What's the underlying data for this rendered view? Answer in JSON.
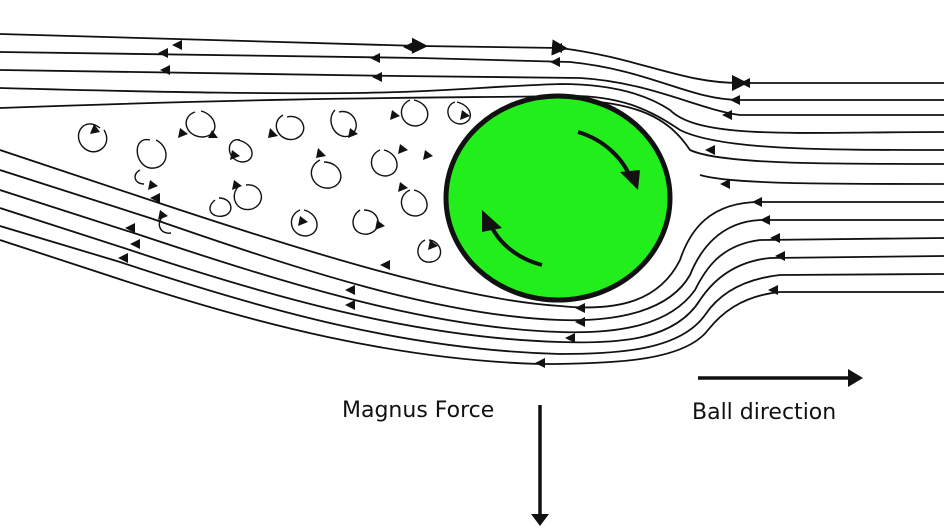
{
  "labels": {
    "magnus_force": "Magnus Force",
    "ball_direction": "Ball direction"
  },
  "colors": {
    "ball_fill": "#22ee1c",
    "stroke": "#111111",
    "background": "#ffffff"
  },
  "ball": {
    "spin": "clockwise"
  },
  "icons": {
    "streamline_arrow": "arrowhead-left",
    "force_arrow": "arrow-down",
    "direction_arrow": "arrow-right"
  }
}
